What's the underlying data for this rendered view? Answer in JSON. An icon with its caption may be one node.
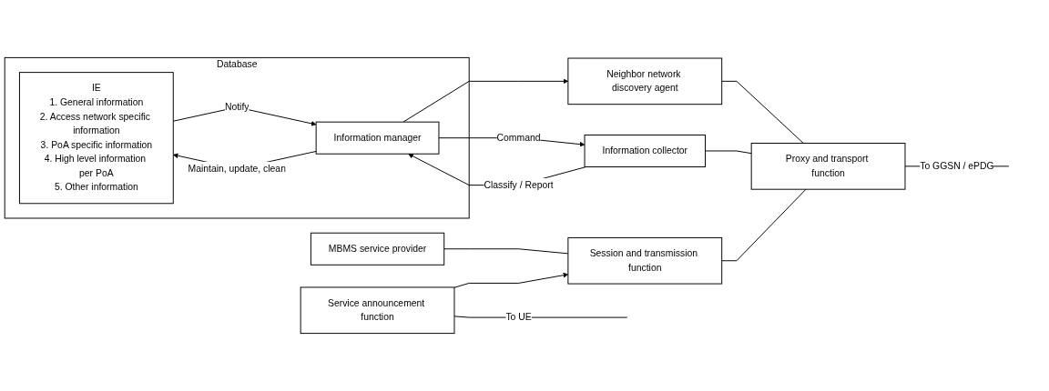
{
  "diagram": {
    "nodes": [
      {
        "text": [
          "Database"
        ]
      },
      {
        "text": [
          "IE",
          "1. General information",
          "2. Access network specific information",
          "3. PoA specific information",
          "4. High level information per PoA",
          "5. Other information"
        ],
        "in": 0
      },
      {
        "text": [
          "Information manager"
        ],
        "in": 0
      },
      {
        "text": [
          "Neighbor network discovery agent"
        ]
      },
      {
        "text": [
          "Information collector"
        ]
      },
      {
        "text": [
          "Proxy and transport function"
        ]
      },
      {
        "text": [
          "MBMS service provider"
        ]
      },
      {
        "text": [
          "Session and transmission function"
        ]
      },
      {
        "text": [
          "Service announcement function"
        ]
      }
    ],
    "edges": [
      {
        "from": 2,
        "to": 1,
        "arrow": "to",
        "label": "Maintain, update, clean"
      },
      {
        "from": 1,
        "to": 2,
        "arrow": "to",
        "label": "Notify"
      },
      {
        "from": 2,
        "to": 3,
        "arrow": "to"
      },
      {
        "from": 2,
        "to": 4,
        "arrow": "to",
        "label": "Command"
      },
      {
        "from": 4,
        "to": 2,
        "arrow": "to",
        "label": "Classify / Report"
      },
      {
        "from": 3,
        "to": 5,
        "arrow": "none"
      },
      {
        "from": 4,
        "to": 5,
        "arrow": "none"
      },
      {
        "from": 7,
        "to": 5,
        "arrow": "none"
      },
      {
        "from": 6,
        "to": 7,
        "arrow": "none"
      },
      {
        "from": 8,
        "to": 7,
        "arrow": "to"
      },
      {
        "from": 5,
        "to": null,
        "arrow": "none",
        "label": "To GGSN / ePDG"
      },
      {
        "from": 8,
        "to": null,
        "arrow": "none",
        "label": "To UE"
      }
    ]
  }
}
